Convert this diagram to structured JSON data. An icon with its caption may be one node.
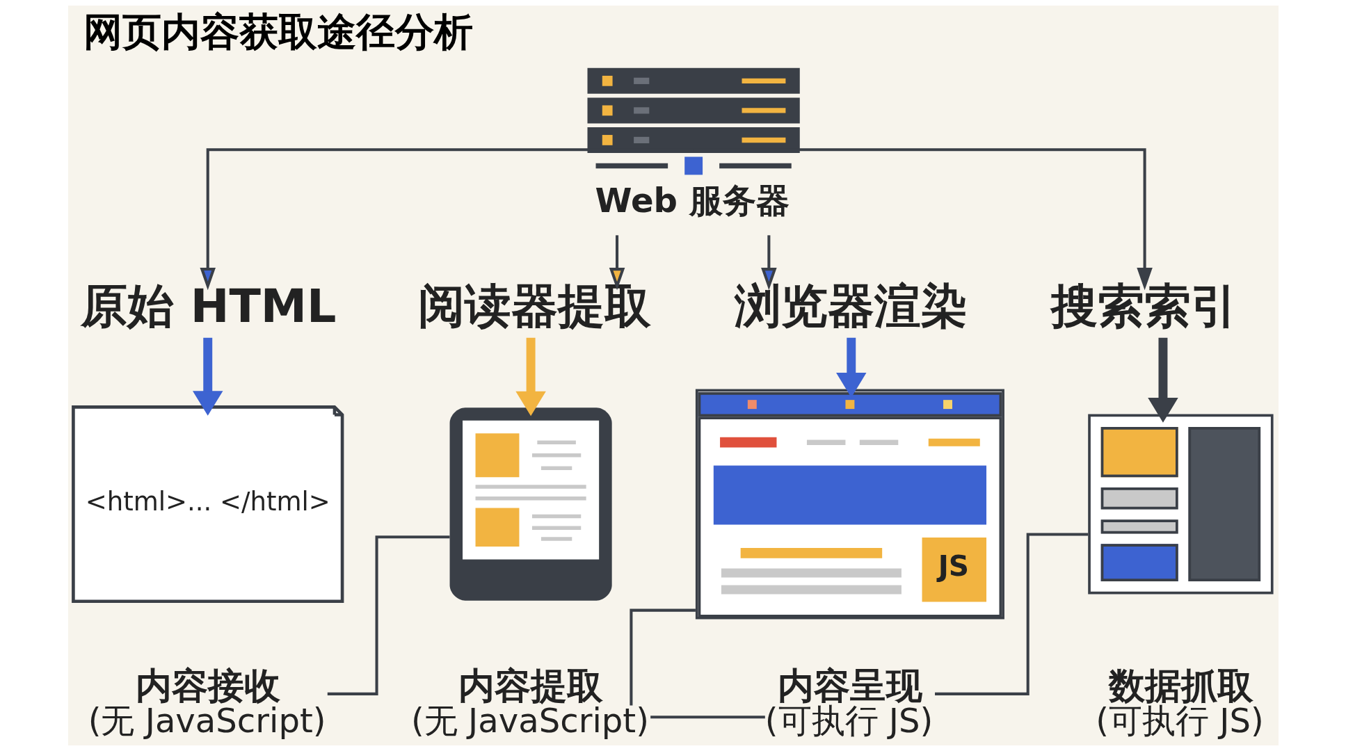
{
  "diagram": {
    "title": "网页内容获取途径分析",
    "nodes": [
      {
        "text": [
          "Web 服务器"
        ]
      },
      {
        "text": [
          "原始 HTML"
        ]
      },
      {
        "text": [
          "阅读器提取"
        ]
      },
      {
        "text": [
          "浏览器渲染"
        ]
      },
      {
        "text": [
          "搜索索引"
        ]
      },
      {
        "text": [
          "<html>... </html>"
        ]
      },
      {
        "text": [],
        "shape": "picture"
      },
      {
        "text": [
          "JS"
        ]
      },
      {
        "text": [],
        "shape": "picture"
      },
      {
        "text": [
          "内容接收",
          "(无 JavaScript)"
        ]
      },
      {
        "text": [
          "内容提取",
          "(无 JavaScript)"
        ]
      },
      {
        "text": [
          "内容呈现",
          "(可执行 JS)"
        ]
      },
      {
        "text": [
          "数据抓取",
          "(可执行 JS)"
        ]
      }
    ],
    "edges": [
      {
        "from": 0,
        "to": 1,
        "arrow": "to"
      },
      {
        "from": 0,
        "to": 2,
        "arrow": "to"
      },
      {
        "from": 0,
        "to": 3,
        "arrow": "to"
      },
      {
        "from": 0,
        "to": 4,
        "arrow": "to"
      },
      {
        "from": 1,
        "to": 5,
        "arrow": "to",
        "style": "thick",
        "color": "#3d63d1"
      },
      {
        "from": 2,
        "to": 6,
        "arrow": "to",
        "style": "thick",
        "color": "#f2b441"
      },
      {
        "from": 3,
        "to": 7,
        "arrow": "to",
        "style": "thick",
        "color": "#3d63d1"
      },
      {
        "from": 4,
        "to": 8,
        "arrow": "to",
        "style": "thick"
      },
      {
        "from": 9,
        "to": 6,
        "arrow": "none"
      },
      {
        "from": 10,
        "to": 7,
        "arrow": "none"
      },
      {
        "from": 10,
        "to": 11,
        "arrow": "none"
      },
      {
        "from": 11,
        "to": 8,
        "arrow": "none"
      }
    ]
  }
}
